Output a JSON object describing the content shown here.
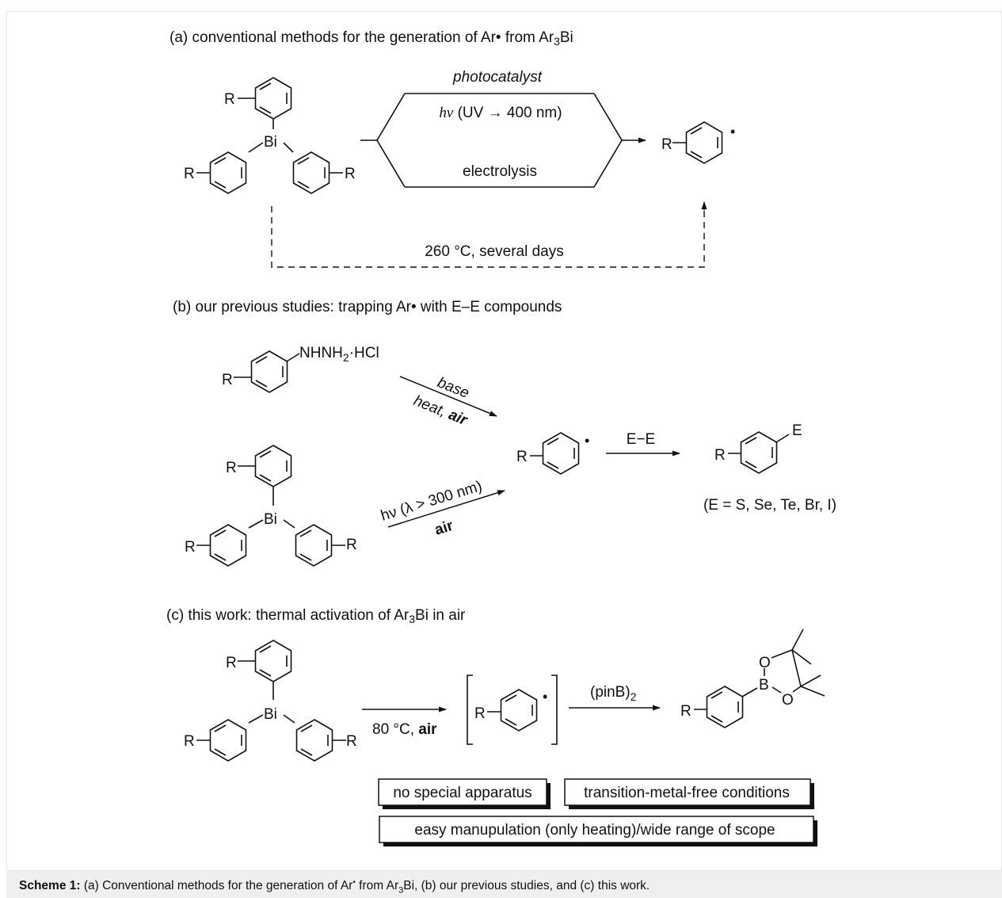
{
  "sections": {
    "a": {
      "title_pre": "(a) conventional methods for the generation of Ar• from Ar",
      "title_sub": "3",
      "title_post": "Bi",
      "cond_top": "photocatalyst",
      "cond_mid_hv": "hν",
      "cond_mid_rest": " (UV → 400 nm)",
      "cond_bottom": "electrolysis",
      "cond_thermal": "260 °C, several days"
    },
    "b": {
      "title": "(b) our previous studies: trapping Ar• with E–E compounds",
      "reagent_pre": "NHNH",
      "reagent_sub": "2",
      "reagent_post": "·HCl",
      "cond_base": "base",
      "cond_heat": "heat, ",
      "cond_air": "air",
      "cond_hv": "hν (λ > 300 nm)",
      "cond_air2": "air",
      "cond_ee": "E−E",
      "product_label": "E",
      "elements": "(E = S, Se, Te, Br, I)"
    },
    "c": {
      "title_pre": "(c) this work: thermal activation of Ar",
      "title_sub": "3",
      "title_post": "Bi in air",
      "cond_temp": "80 °C, ",
      "cond_air": "air",
      "cond_pinb_pre": "(pinB)",
      "cond_pinb_sub": "2",
      "box1": "no special apparatus",
      "box2": "transition-metal-free conditions",
      "box3": "easy manupulation (only heating)/wide range of scope"
    }
  },
  "atoms": {
    "r": "R",
    "bi": "Bi",
    "b": "B",
    "o": "O",
    "dot": "•"
  },
  "caption": {
    "label": "Scheme 1:",
    "text_pre": " (a) Conventional methods for the generation of Ar",
    "text_dot": "•",
    "text_mid": " from Ar",
    "text_sub": "3",
    "text_post": "Bi, (b) our previous studies, and (c) this work."
  }
}
